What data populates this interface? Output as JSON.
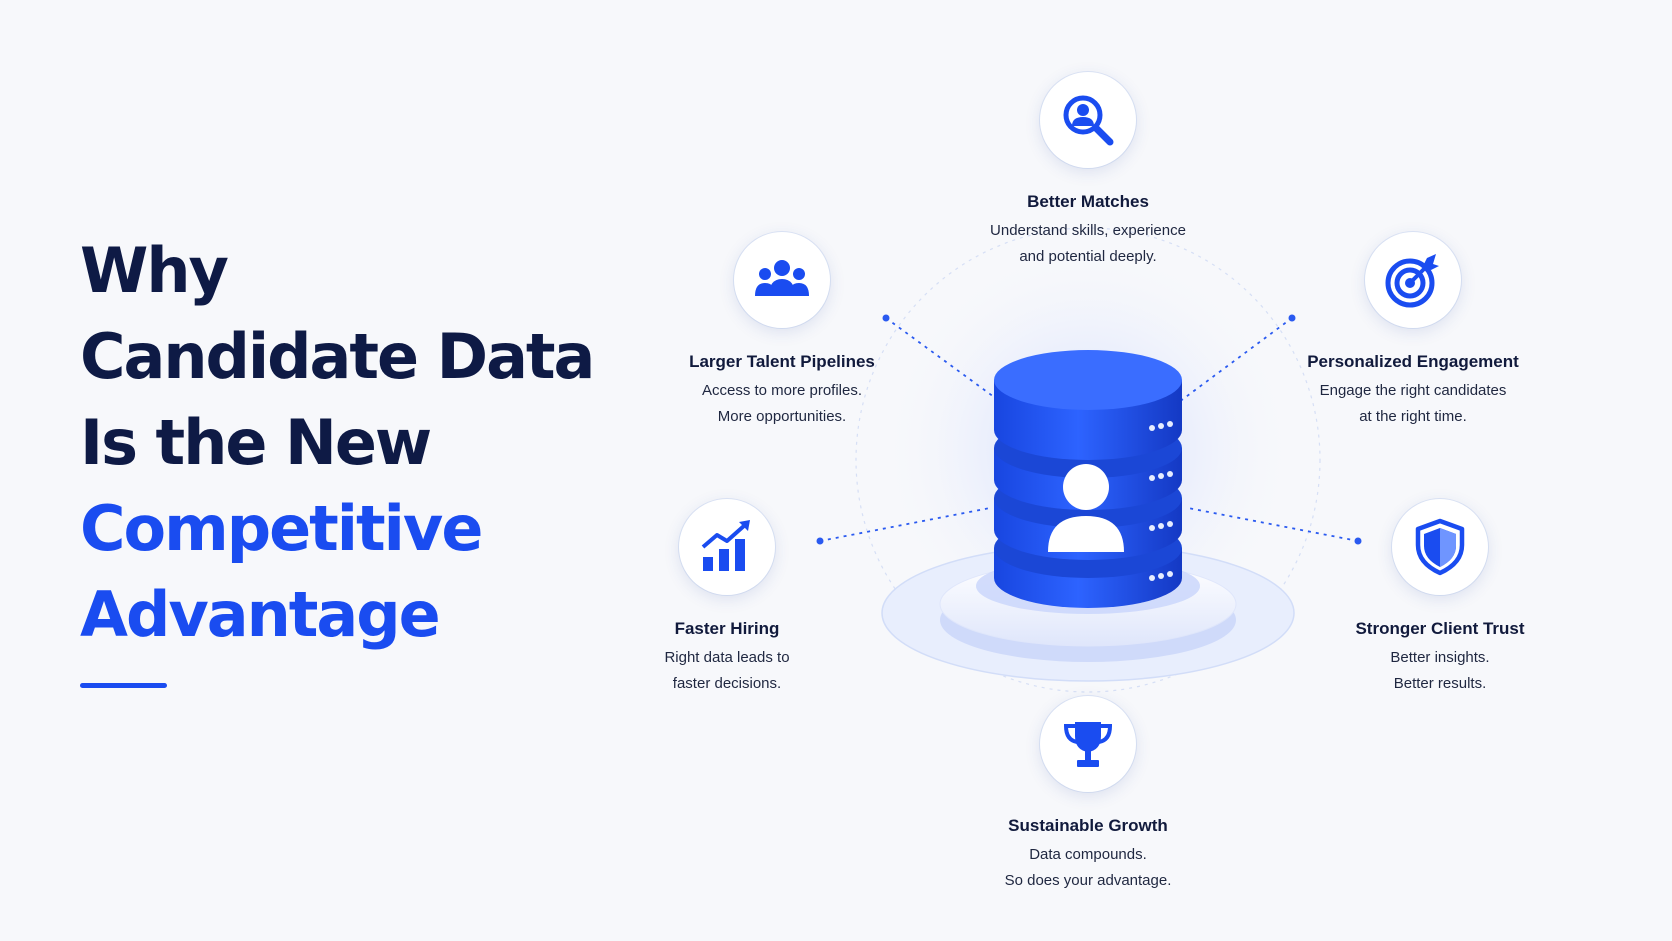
{
  "headline": {
    "line1": "Why",
    "line2": "Candidate Data",
    "line3": "Is the New",
    "line4": "Competitive",
    "line5": "Advantage"
  },
  "colors": {
    "accent": "#1a4cf0",
    "dark_text": "#0e1a45",
    "background": "#f7f8fb"
  },
  "center": {
    "icon": "database-person-icon"
  },
  "benefits": [
    {
      "title": "Better Matches",
      "line1": "Understand skills, experience",
      "line2": "and potential deeply.",
      "icon": "search-person-icon"
    },
    {
      "title": "Larger Talent Pipelines",
      "line1": "Access to more profiles.",
      "line2": "More opportunities.",
      "icon": "users-icon"
    },
    {
      "title": "Personalized Engagement",
      "line1": "Engage the right candidates",
      "line2": "at the right time.",
      "icon": "target-icon"
    },
    {
      "title": "Faster Hiring",
      "line1": "Right data leads to",
      "line2": "faster decisions.",
      "icon": "growth-chart-icon"
    },
    {
      "title": "Stronger Client Trust",
      "line1": "Better insights.",
      "line2": "Better results.",
      "icon": "shield-icon"
    },
    {
      "title": "Sustainable Growth",
      "line1": "Data compounds.",
      "line2": "So does your advantage.",
      "icon": "trophy-icon"
    }
  ]
}
